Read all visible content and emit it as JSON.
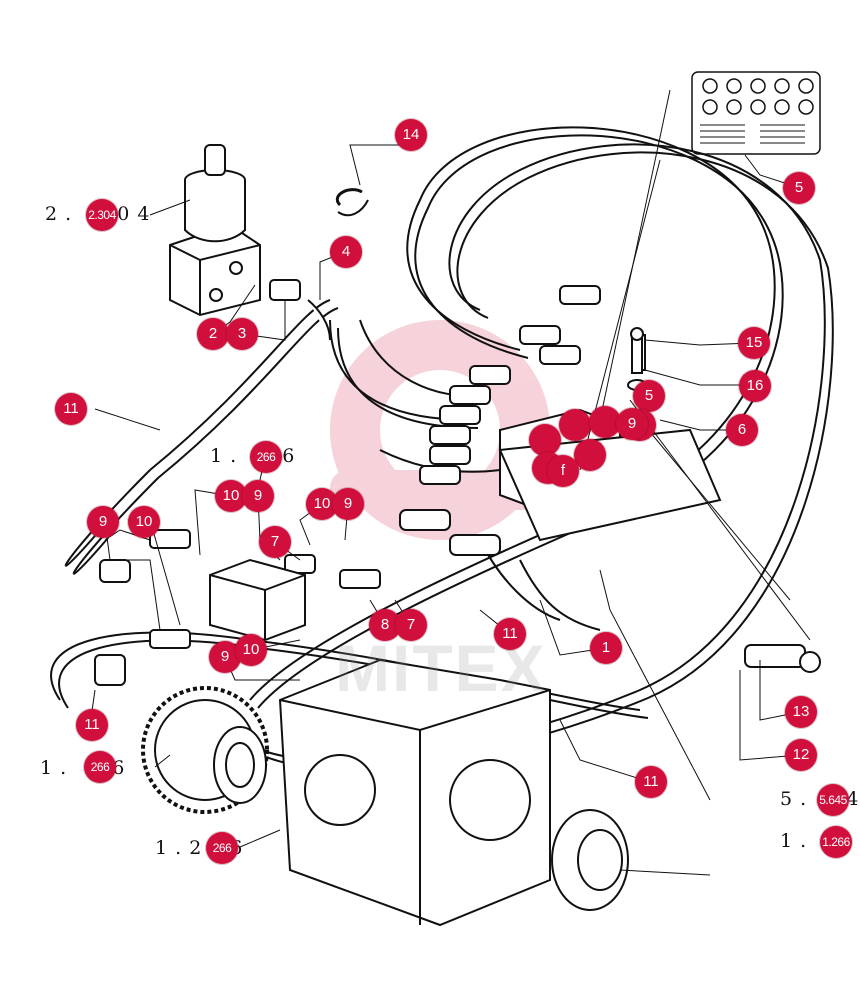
{
  "watermark": "MITEX",
  "accent_color": "#d10f3c",
  "callouts": [
    "14",
    "5",
    "4",
    "2",
    "3",
    "15",
    "16",
    "5",
    "6",
    "9",
    "f",
    "11",
    "10",
    "9",
    "10",
    "9",
    "7",
    "8",
    "7",
    "11",
    "1",
    "9",
    "10",
    "9",
    "10",
    "11",
    "13",
    "12",
    "11"
  ],
  "refs": [
    {
      "pre": "2 . ",
      "badge": "2.304",
      "post": "0 4"
    },
    {
      "pre": "1 . ",
      "badge": "266",
      "post": "6"
    },
    {
      "pre": "1 . ",
      "badge": "266",
      "post": "6"
    },
    {
      "pre": "1 . 2",
      "badge": "266",
      "post": "6"
    },
    {
      "pre": "5 . ",
      "badge": "5.645",
      "post": "4"
    },
    {
      "pre": "1 . ",
      "badge": "1.266",
      "post": ""
    }
  ]
}
